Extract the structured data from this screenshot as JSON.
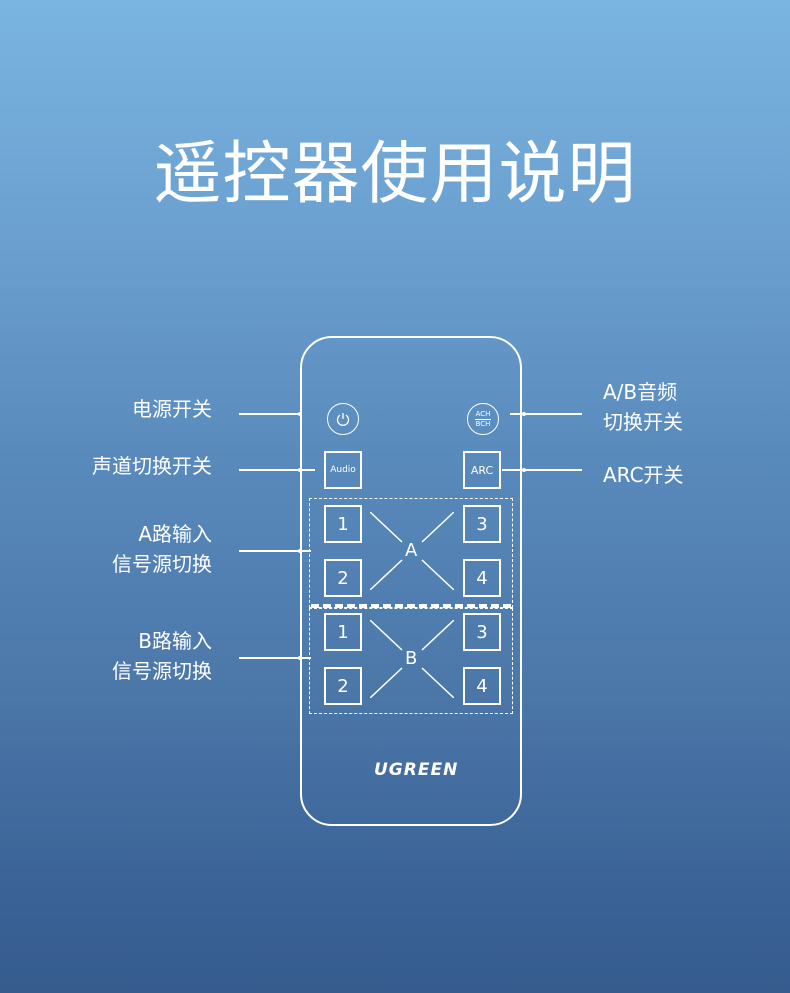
{
  "title": "遥控器使用说明",
  "labels": {
    "power": "电源开关",
    "audio": "声道切换开关",
    "a_input_line1": "A路输入",
    "a_input_line2": "信号源切换",
    "b_input_line1": "B路输入",
    "b_input_line2": "信号源切换",
    "ab_switch_line1": "A/B音频",
    "ab_switch_line2": "切换开关",
    "arc": "ARC开关"
  },
  "remote": {
    "power_icon": "power-icon",
    "ach": "ACH",
    "bch": "BCH",
    "audio_button": "Audio",
    "arc_button": "ARC",
    "group_a": {
      "letter": "A",
      "buttons": [
        "1",
        "2",
        "3",
        "4"
      ]
    },
    "group_b": {
      "letter": "B",
      "buttons": [
        "1",
        "2",
        "3",
        "4"
      ]
    },
    "brand": "UGREEN"
  },
  "colors": {
    "background_top": "#7ab4e0",
    "background_bottom": "#365c8e",
    "line": "#ffffff"
  }
}
